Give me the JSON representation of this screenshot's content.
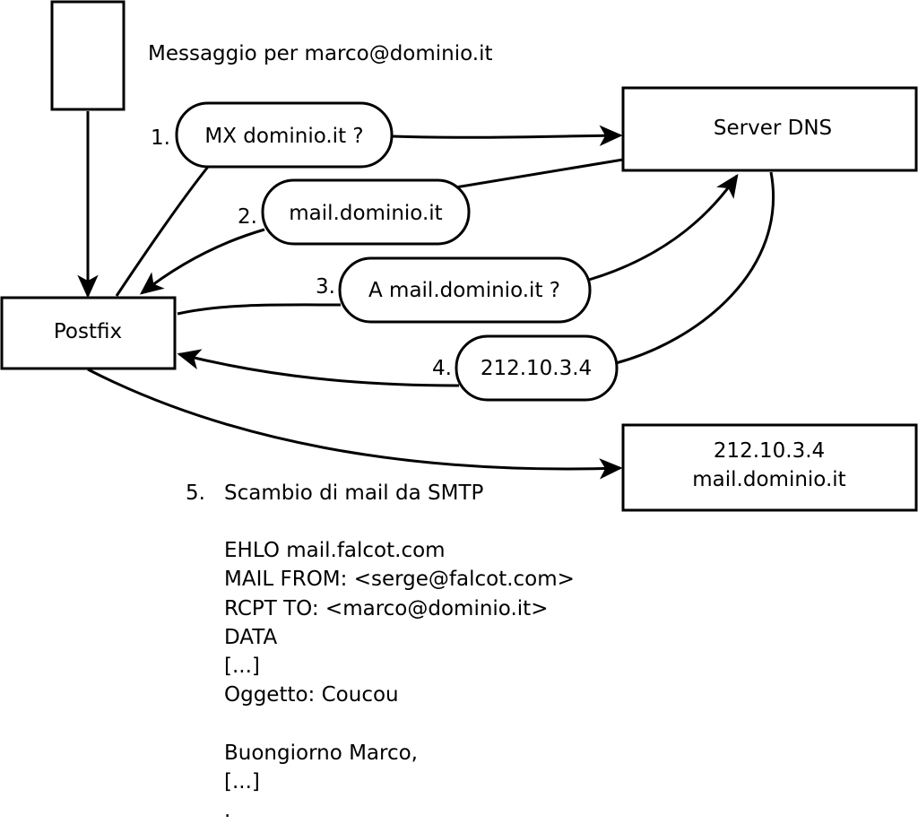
{
  "message_label": "Messaggio per marco@dominio.it",
  "nodes": {
    "postfix": "Postfix",
    "dns_server": "Server DNS",
    "mail_server_ip": "212.10.3.4",
    "mail_server_host": "mail.dominio.it"
  },
  "steps": [
    {
      "num": "1.",
      "text": "MX dominio.it ?"
    },
    {
      "num": "2.",
      "text": "mail.dominio.it"
    },
    {
      "num": "3.",
      "text": "A mail.dominio.it ?"
    },
    {
      "num": "4.",
      "text": "212.10.3.4"
    }
  ],
  "smtp": {
    "num": "5.",
    "title": "Scambio di mail da SMTP",
    "lines": [
      "EHLO mail.falcot.com",
      "MAIL FROM: <serge@falcot.com>",
      "RCPT TO: <marco@dominio.it>",
      "DATA",
      "[...]",
      "Oggetto: Coucou",
      "",
      "Buongiorno Marco,",
      "[...]",
      "."
    ]
  }
}
